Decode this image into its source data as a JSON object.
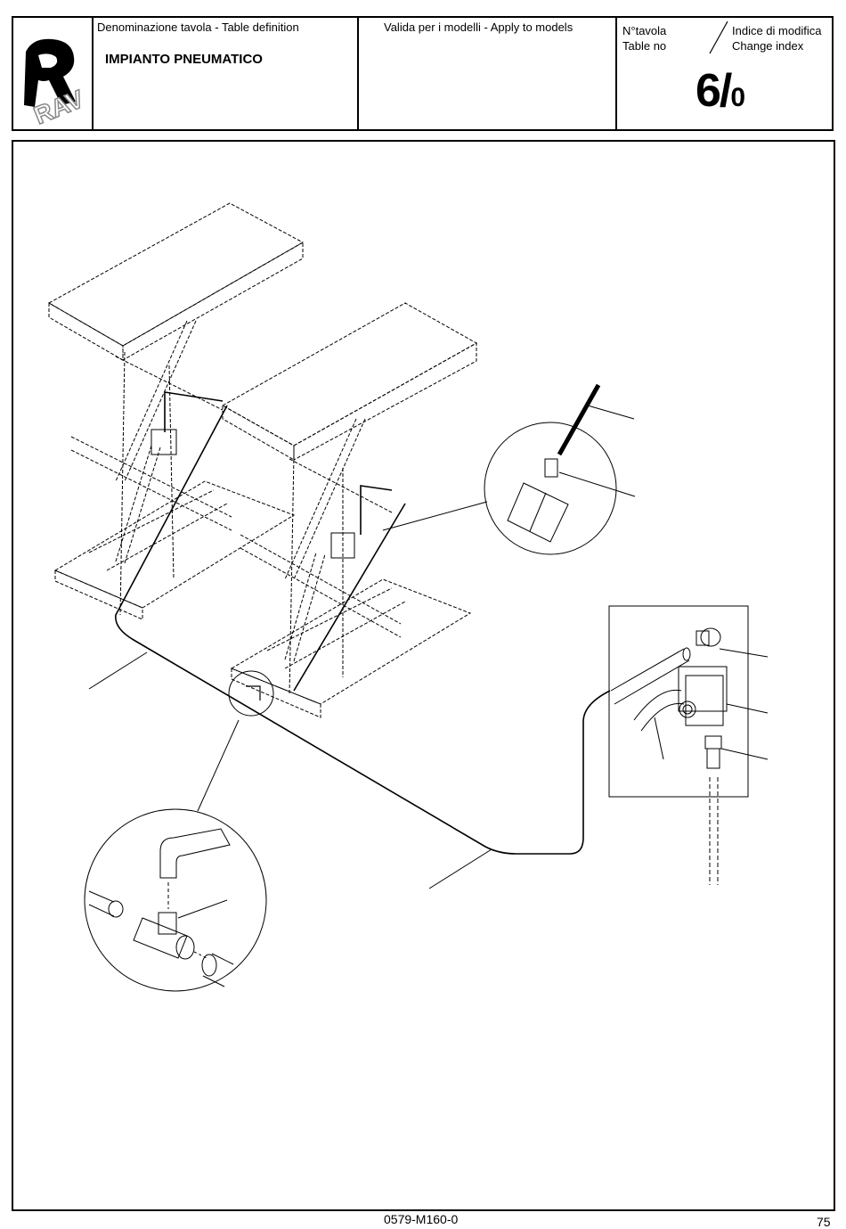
{
  "header": {
    "table_definition_label": "Denominazione tavola - Table definition",
    "table_title": "IMPIANTO PNEUMATICO",
    "models_label": "Valida per i modelli - Apply to models",
    "table_no_label_it": "N°tavola",
    "table_no_label_en": "Table no",
    "change_index_label_it": "Indice di modifica",
    "change_index_label_en": "Change index",
    "table_number": "6/",
    "change_index": "0"
  },
  "logo": {
    "icon": "rav-logo",
    "text": "RAV"
  },
  "footer": {
    "document_code": "0579-M160-0",
    "page_number": "75"
  },
  "drawing": {
    "icon": "pneumatic-system-exploded-drawing"
  }
}
